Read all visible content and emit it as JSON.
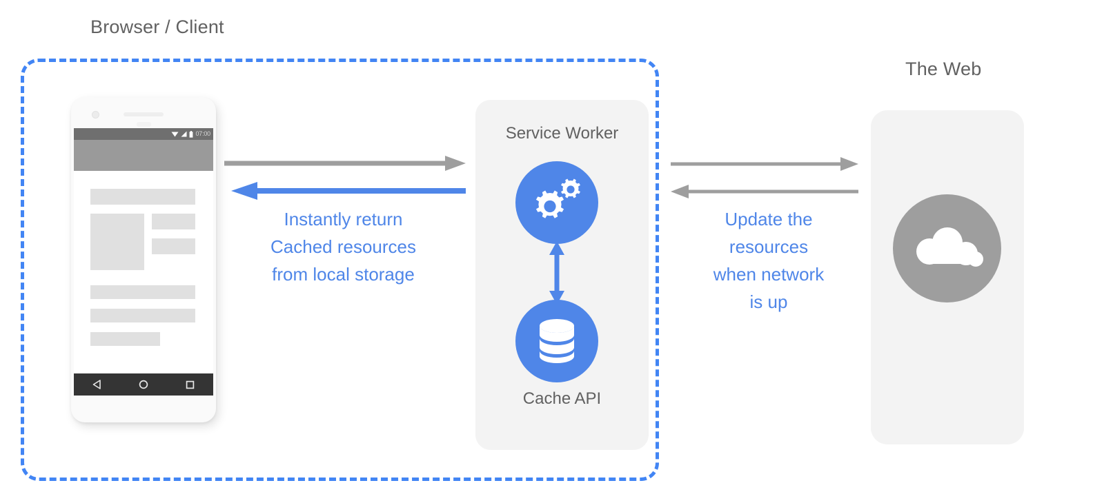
{
  "colors": {
    "accent_blue": "#4f86e8",
    "dashed_border_blue": "#4285f4",
    "arrow_gray": "#9e9e9e",
    "title_gray": "#616161",
    "panel_gray": "#f3f3f3",
    "cloud_circle_gray": "#9e9e9e"
  },
  "client": {
    "title": "Browser / Client",
    "phone": {
      "status_bar": {
        "time": "07:00",
        "icons": [
          "wifi-icon",
          "signal-icon",
          "battery-icon"
        ]
      },
      "nav_bar": {
        "icons": [
          "back-icon",
          "home-icon",
          "recents-icon"
        ]
      }
    }
  },
  "service_worker": {
    "title": "Service Worker",
    "icon": "gears-icon",
    "cache": {
      "title": "Cache API",
      "icon": "database-icon"
    },
    "link_icon": "double-arrow-vertical-icon"
  },
  "web": {
    "title": "The Web",
    "icon": "cloud-icon"
  },
  "annotations": {
    "left": "Instantly return\nCached resources\nfrom local storage",
    "right": "Update the\nresources\nwhen network\nis up"
  },
  "arrows": {
    "phone_to_service_worker": "request-arrow-right-gray",
    "service_worker_to_phone": "response-arrow-left-blue",
    "service_worker_to_web": "network-arrow-right-gray",
    "web_to_service_worker": "network-arrow-left-gray"
  }
}
